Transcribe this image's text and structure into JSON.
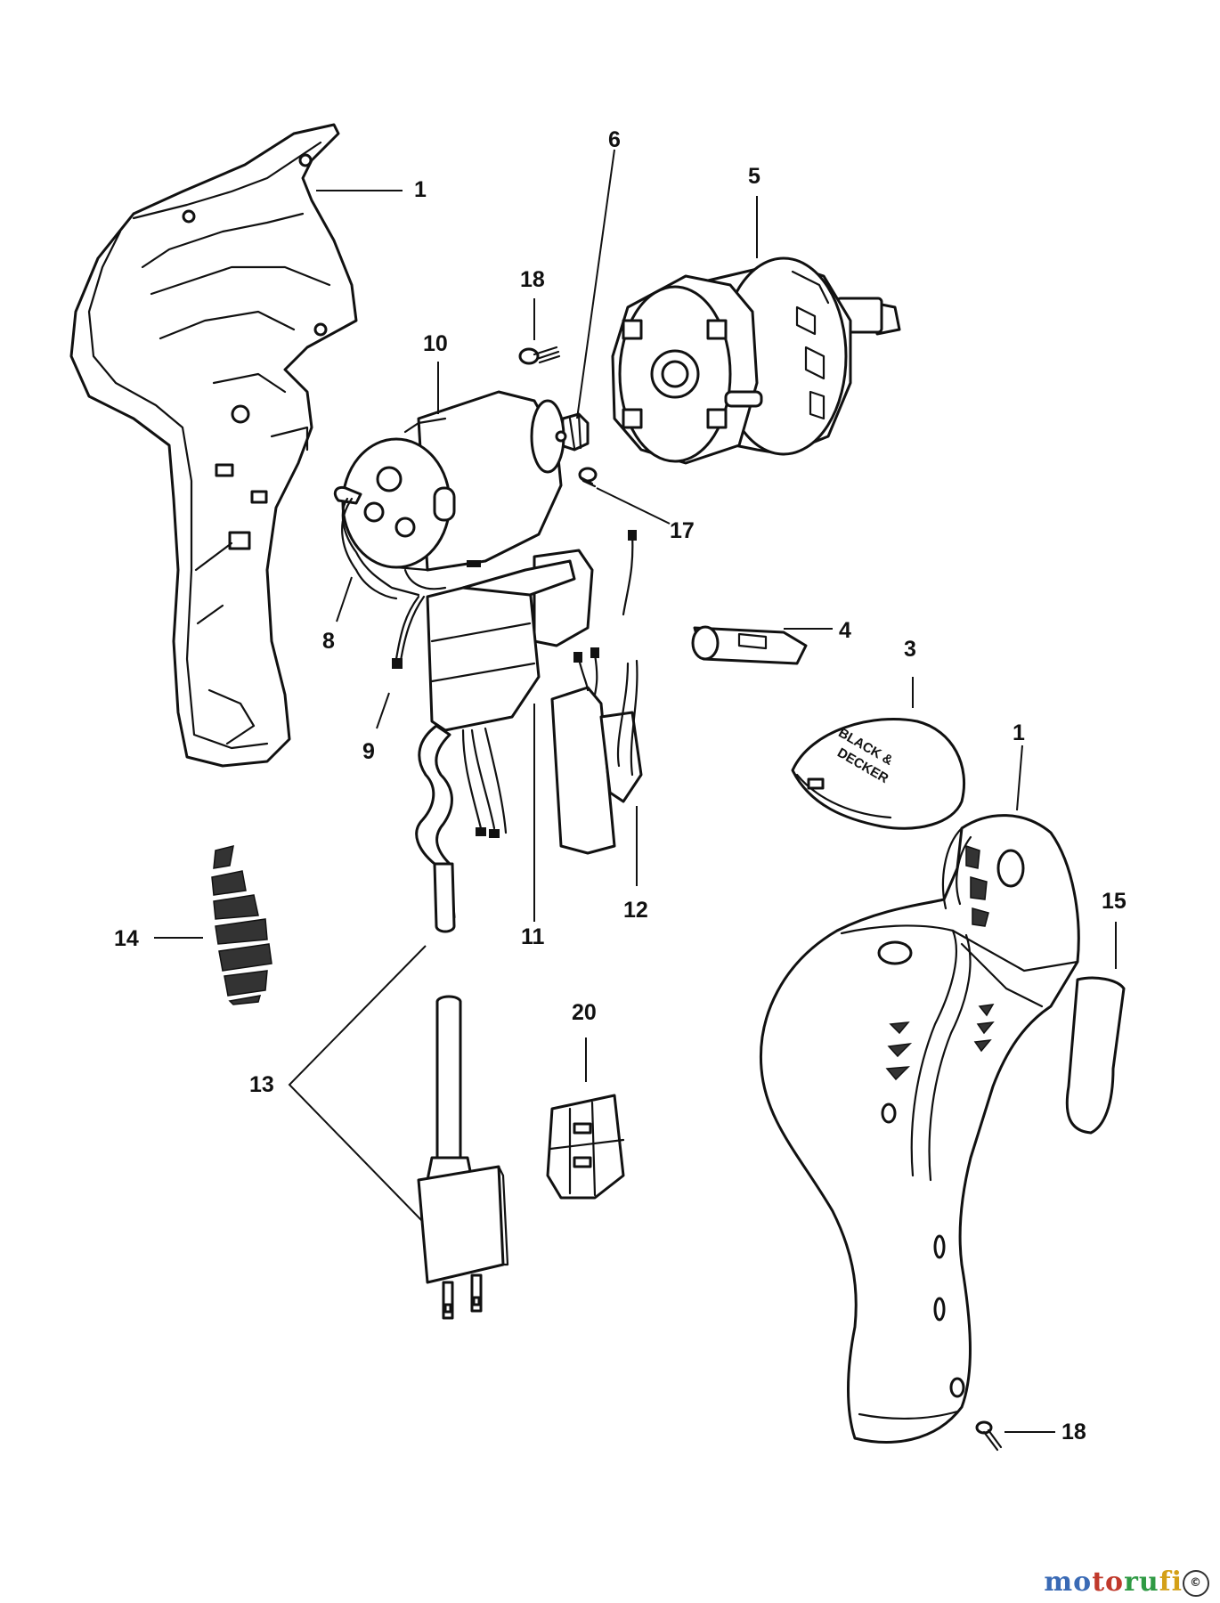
{
  "callouts": {
    "c1a": "1",
    "c1b": "1",
    "c3": "3",
    "c4": "4",
    "c5": "5",
    "c6": "6",
    "c8": "8",
    "c9": "9",
    "c10": "10",
    "c11": "11",
    "c12": "12",
    "c13": "13",
    "c14": "14",
    "c15": "15",
    "c17": "17",
    "c18a": "18",
    "c18b": "18",
    "c20": "20"
  },
  "logo": {
    "line1": "BLACK &",
    "line2": "DECKER"
  },
  "watermark": {
    "p1": "mo",
    "p2": "to",
    "p3": "ru",
    "p4": "fi",
    "badge": "©"
  }
}
